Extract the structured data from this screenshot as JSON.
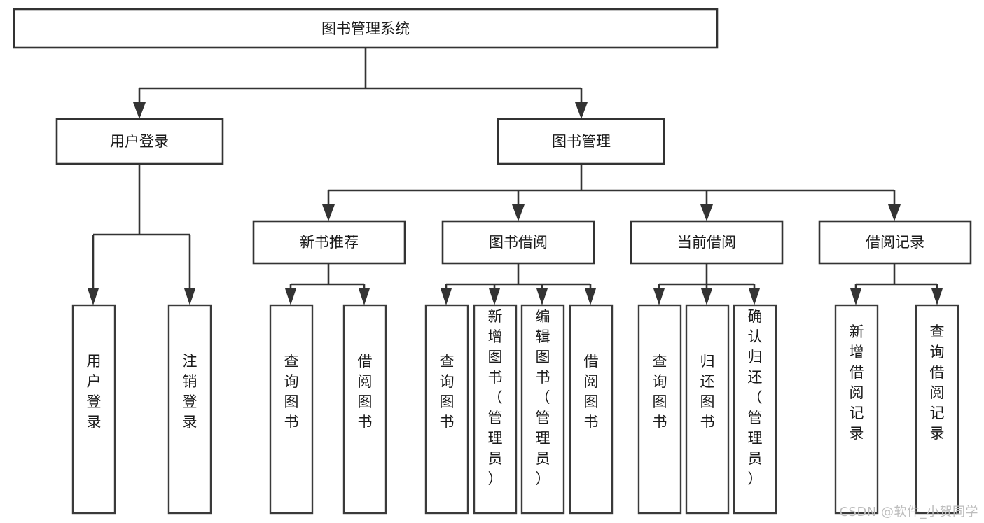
{
  "diagram": {
    "title": "图书管理系统",
    "type": "hierarchy-tree",
    "root": {
      "id": "root",
      "label": "图书管理系统",
      "orientation": "horizontal"
    },
    "level1": [
      {
        "id": "user-login",
        "label": "用户登录",
        "orientation": "horizontal"
      },
      {
        "id": "book-management",
        "label": "图书管理",
        "orientation": "horizontal"
      }
    ],
    "level2": [
      {
        "id": "new-book-recommend",
        "label": "新书推荐",
        "parent": "book-management",
        "orientation": "horizontal"
      },
      {
        "id": "book-borrow",
        "label": "图书借阅",
        "parent": "book-management",
        "orientation": "horizontal"
      },
      {
        "id": "current-borrow",
        "label": "当前借阅",
        "parent": "book-management",
        "orientation": "horizontal"
      },
      {
        "id": "borrow-record",
        "label": "借阅记录",
        "parent": "book-management",
        "orientation": "horizontal"
      }
    ],
    "leaves": [
      {
        "id": "leaf-user-login",
        "label": "用户登录",
        "parent": "user-login",
        "orientation": "vertical"
      },
      {
        "id": "leaf-logout-login",
        "label": "注销登录",
        "parent": "user-login",
        "orientation": "vertical"
      },
      {
        "id": "leaf-query-book-1",
        "label": "查询图书",
        "parent": "new-book-recommend",
        "orientation": "vertical"
      },
      {
        "id": "leaf-borrow-book-1",
        "label": "借阅图书",
        "parent": "new-book-recommend",
        "orientation": "vertical"
      },
      {
        "id": "leaf-query-book-2",
        "label": "查询图书",
        "parent": "book-borrow",
        "orientation": "vertical"
      },
      {
        "id": "leaf-add-book",
        "label": "新增图书（管理员）",
        "parent": "book-borrow",
        "orientation": "vertical"
      },
      {
        "id": "leaf-edit-book",
        "label": "编辑图书（管理员）",
        "parent": "book-borrow",
        "orientation": "vertical"
      },
      {
        "id": "leaf-borrow-book-2",
        "label": "借阅图书",
        "parent": "book-borrow",
        "orientation": "vertical"
      },
      {
        "id": "leaf-query-book-3",
        "label": "查询图书",
        "parent": "current-borrow",
        "orientation": "vertical"
      },
      {
        "id": "leaf-return-book",
        "label": "归还图书",
        "parent": "current-borrow",
        "orientation": "vertical"
      },
      {
        "id": "leaf-confirm-return",
        "label": "确认归还（管理员）",
        "parent": "current-borrow",
        "orientation": "vertical"
      },
      {
        "id": "leaf-add-record",
        "label": "新增借阅记录",
        "parent": "borrow-record",
        "orientation": "vertical"
      },
      {
        "id": "leaf-query-record",
        "label": "查询借阅记录",
        "parent": "borrow-record",
        "orientation": "vertical"
      }
    ],
    "watermark": "CSDN @软件_小贺同学",
    "colors": {
      "stroke": "#333333",
      "fill": "#ffffff",
      "text": "#1a1a1a",
      "watermark": "#bdbdbd"
    }
  }
}
